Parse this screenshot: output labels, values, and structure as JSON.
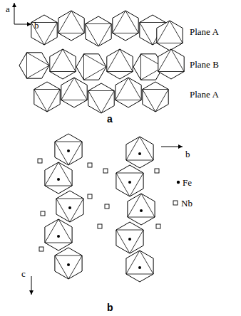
{
  "diagram": {
    "labels": [
      "a",
      "b",
      "Plane A",
      "Plane B",
      "Plane A",
      "a",
      "b",
      "c",
      "b"
    ],
    "legend": [
      {
        "text": "Fe"
      },
      {
        "text": "Nb"
      }
    ]
  }
}
